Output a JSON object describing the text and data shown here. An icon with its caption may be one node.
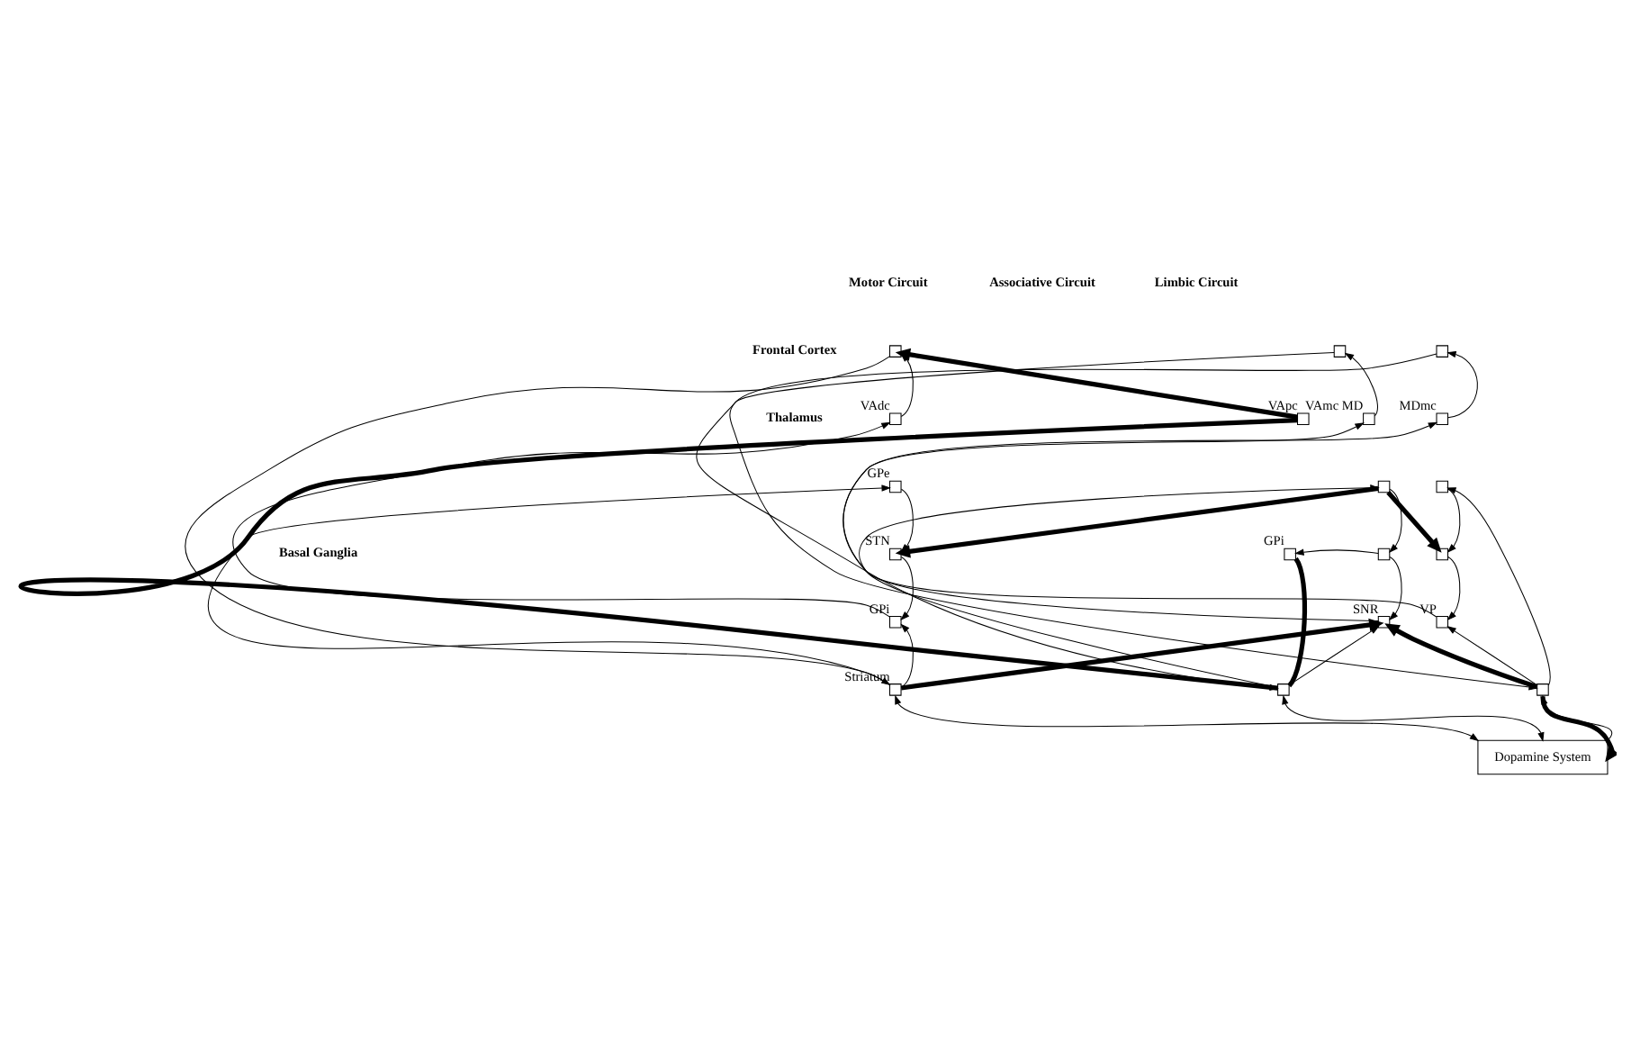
{
  "diagram": {
    "nodes": [
      {
        "text": [],
        "shape": "box"
      },
      {
        "text": [],
        "shape": "box",
        "beside": [
          "VAdc"
        ]
      },
      {
        "text": [],
        "shape": "box",
        "beside": [
          "GPe"
        ]
      },
      {
        "text": [],
        "shape": "box",
        "beside": [
          "STN"
        ]
      },
      {
        "text": [],
        "shape": "box",
        "beside": [
          "GPi"
        ]
      },
      {
        "text": [],
        "shape": "box",
        "beside": [
          "Striatum"
        ]
      },
      {
        "text": [],
        "shape": "box"
      },
      {
        "text": [],
        "shape": "box",
        "beside": [
          "VAmc MD"
        ]
      },
      {
        "text": [],
        "shape": "box"
      },
      {
        "text": [],
        "shape": "box"
      },
      {
        "text": [],
        "shape": "box"
      },
      {
        "text": [],
        "shape": "box",
        "beside": [
          "SNR"
        ]
      },
      {
        "text": [],
        "shape": "box",
        "beside": [
          "VApc"
        ]
      },
      {
        "text": [],
        "shape": "box",
        "beside": [
          "GPi"
        ]
      },
      {
        "text": [],
        "shape": "box"
      },
      {
        "text": [],
        "shape": "box",
        "beside": [
          "MDmc"
        ]
      },
      {
        "text": [],
        "shape": "box"
      },
      {
        "text": [],
        "shape": "box"
      },
      {
        "text": [],
        "shape": "box"
      },
      {
        "text": [],
        "shape": "box",
        "beside": [
          "VP"
        ]
      },
      {
        "text": [
          "Dopamine System"
        ]
      }
    ],
    "edges": [
      {
        "from": 0,
        "to": 5,
        "arrow": "to"
      },
      {
        "from": 5,
        "to": 2,
        "arrow": "to"
      },
      {
        "from": 2,
        "to": 3,
        "arrow": "to"
      },
      {
        "from": 3,
        "to": 4,
        "arrow": "to"
      },
      {
        "from": 5,
        "to": 4,
        "arrow": "to"
      },
      {
        "from": 4,
        "to": 1,
        "arrow": "to"
      },
      {
        "from": 1,
        "to": 0,
        "arrow": "to"
      },
      {
        "from": 6,
        "to": 10,
        "arrow": "to"
      },
      {
        "from": 10,
        "to": 8,
        "arrow": "to"
      },
      {
        "from": 8,
        "to": 9,
        "arrow": "to"
      },
      {
        "from": 9,
        "to": 11,
        "arrow": "to"
      },
      {
        "from": 10,
        "to": 11,
        "arrow": "to"
      },
      {
        "from": 11,
        "to": 7,
        "arrow": "to"
      },
      {
        "from": 7,
        "to": 6,
        "arrow": "to"
      },
      {
        "from": 14,
        "to": 18,
        "arrow": "to"
      },
      {
        "from": 18,
        "to": 16,
        "arrow": "to"
      },
      {
        "from": 16,
        "to": 17,
        "arrow": "to"
      },
      {
        "from": 17,
        "to": 19,
        "arrow": "to"
      },
      {
        "from": 18,
        "to": 19,
        "arrow": "to"
      },
      {
        "from": 19,
        "to": 15,
        "arrow": "to"
      },
      {
        "from": 15,
        "to": 14,
        "arrow": "to"
      },
      {
        "from": 12,
        "to": 0,
        "arrow": "to",
        "style": "thick"
      },
      {
        "from": 10,
        "to": 12,
        "arrow": "none",
        "style": "thick"
      },
      {
        "from": 10,
        "to": 13,
        "arrow": "none",
        "style": "thick"
      },
      {
        "from": 9,
        "to": 13,
        "arrow": "to"
      },
      {
        "from": 8,
        "to": 3,
        "arrow": "to",
        "style": "thick"
      },
      {
        "from": 8,
        "to": 17,
        "arrow": "to",
        "style": "thick"
      },
      {
        "from": 5,
        "to": 11,
        "arrow": "to",
        "style": "thick"
      },
      {
        "from": 18,
        "to": 11,
        "arrow": "to",
        "style": "thick"
      },
      {
        "from": 18,
        "to": 20,
        "arrow": "to",
        "style": "thick"
      },
      {
        "from": 20,
        "to": 5,
        "arrow": "both"
      },
      {
        "from": 20,
        "to": 10,
        "arrow": "both"
      },
      {
        "from": 20,
        "to": 18,
        "arrow": "to"
      }
    ],
    "labels": [
      "Motor Circuit",
      "Associative Circuit",
      "Limbic Circuit",
      "Frontal Cortex",
      "Thalamus",
      "Basal Ganglia"
    ]
  }
}
